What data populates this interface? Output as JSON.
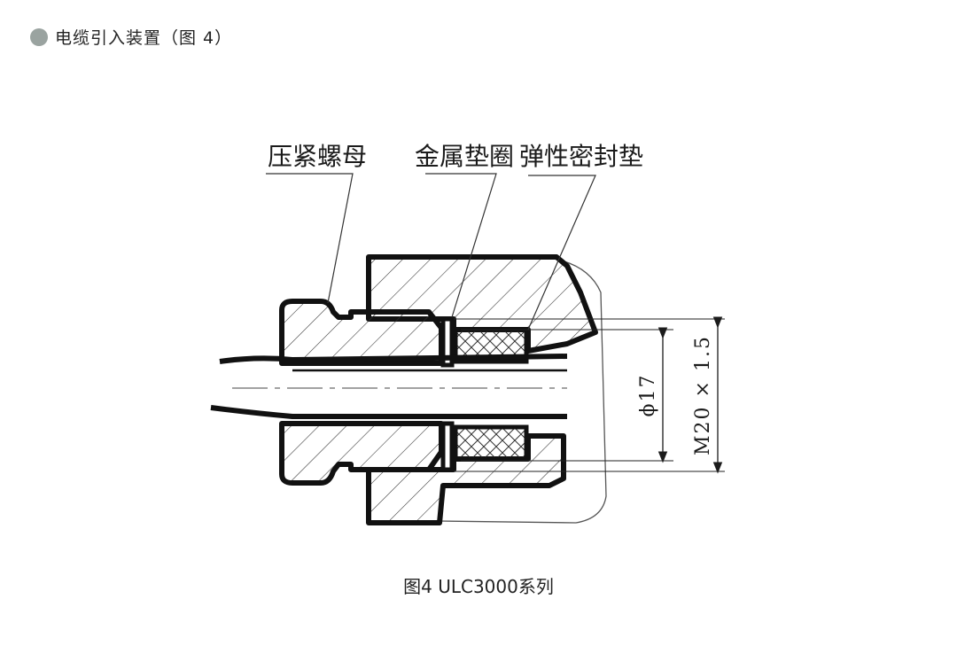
{
  "header": {
    "title": "电缆引入装置（图 4）"
  },
  "diagram": {
    "labels": {
      "nut": "压紧螺母",
      "washer": "金属垫圈",
      "seal": "弹性密封垫"
    },
    "dimensions": {
      "inner": "ϕ17",
      "thread": "M20 × 1.5"
    }
  },
  "caption": "图4   ULC3000系列",
  "colors": {
    "bullet": "#9aa3a0",
    "ink": "#1b1b1b"
  }
}
